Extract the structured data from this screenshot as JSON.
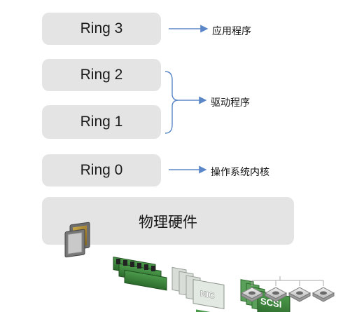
{
  "rings": {
    "ring3": "Ring 3",
    "ring2": "Ring 2",
    "ring1": "Ring 1",
    "ring0": "Ring 0"
  },
  "hardware": {
    "title": "物理硬件",
    "nic_label": "NIC",
    "scsi_label": "SCSI"
  },
  "annotations": {
    "app": "应用程序",
    "driver": "驱动程序",
    "kernel": "操作系统内核"
  },
  "colors": {
    "box_fill": "#e4e4e4",
    "arrow": "#5b87c8"
  },
  "icons": [
    "cpu-chip-icon",
    "memory-module-icon",
    "nic-card-icon",
    "scsi-card-icon",
    "hard-disk-icon"
  ]
}
